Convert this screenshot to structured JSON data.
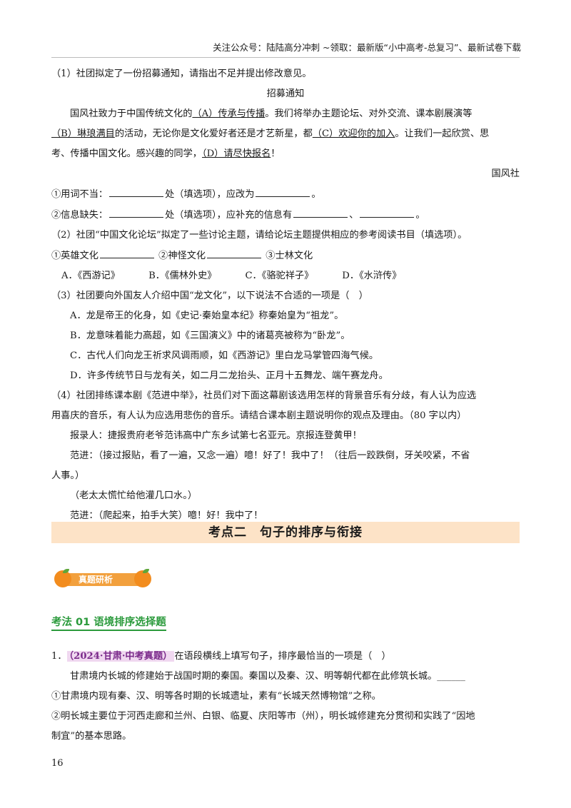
{
  "header": {
    "text": "关注公众号：陆陆高分冲刺 ~领取：最新版“小中高考-总复习”、最新试卷下载"
  },
  "q1_part1": {
    "intro": "（1）社团拟定了一份招募通知，请指出不足并提出修改意见。"
  },
  "notice": {
    "title": "招募通知",
    "p1_a": "国风社致力于中国传统文化的",
    "p1_A": "（A）传承与传播",
    "p1_b": "。我们将举办主题论坛、对外交流、课本剧展演等",
    "p2_B": "（B）琳琅满目",
    "p2_a": "的活动，无论你是文化爱好者还是才艺新星，都",
    "p2_C": "（C）欢迎你的加入",
    "p2_b": "。让我们一起欣赏、思",
    "p3_a": "考、传播中国文化。感兴趣的同学，",
    "p3_D": "（D）请尽快报名",
    "p3_b": "！",
    "sign": "国风社"
  },
  "fill": {
    "row1_a": "①用词不当：",
    "row1_b": "处（填选项），应改为",
    "row1_c": "。",
    "row2_a": "②信息缺失：",
    "row2_b": "处（填选项），应补充的信息有",
    "row2_c": "、",
    "row2_d": "。"
  },
  "q1_part2": {
    "intro": "（2）社团“中国文化论坛”拟定了一些讨论主题，请给论坛主题提供相应的参考阅读书目（填选项）。",
    "t1": "①英雄文化",
    "t2": "②神怪文化",
    "t3": "③士林文化",
    "options": [
      "A．《西游记》",
      "B．《儒林外史》",
      "C．《骆驼祥子》",
      "D．《水浒传》"
    ]
  },
  "q1_part3": {
    "intro": "（3）社团要向外国友人介绍中国“龙文化”，以下说法不合适的一项是（　）",
    "A": "A．龙是帝王的化身，如《史记·秦始皇本纪》称秦始皇为“祖龙”。",
    "B": "B．龙意味着能力高超，如《三国演义》中的诸葛亮被称为“卧龙”。",
    "C": "C．古代人们向龙王祈求风调雨顺，如《西游记》里白龙马掌管四海气候。",
    "D": "D．许多传统节日与龙有关，如二月二龙抬头、正月十五舞龙、端午赛龙舟。"
  },
  "q1_part4": {
    "intro_1": "（4）社团排练课本剧《范进中举》，社员们对下面这幕剧该选用怎样的背景音乐有分歧，有人认为应选",
    "intro_2": "用喜庆的音乐，有人认为应选用悲伤的音乐。请结合课本剧主题说明你的观点及理由。（80 字以内）",
    "l1": "报录人：捷报贵府老爷范讳高中广东乡试第七名亚元。京报连登黄甲！",
    "l2": "范进：（接过报贴，看了一遍，又念一遍）噫！好了！我中了！（往后一跤跌倒，牙关咬紧，不省",
    "l3": "人事。）",
    "l4": "（老太太慌忙给他灌几口水。）",
    "l5": "范进：（爬起来，拍手大笑）噫！好！我中了！"
  },
  "section": {
    "title": "考点二　句子的排序与衔接"
  },
  "badge": {
    "label": "真题研析"
  },
  "method": {
    "title": "考法 01 语境排序选择题"
  },
  "question1": {
    "num": "1．",
    "tag": "（2024·甘肃·中考真题）",
    "stem": "在语段横线上填写句子，排序最恰当的一项是（　）",
    "p1": "甘肃境内长城的修建始于战国时期的秦国。秦国以及秦、汉、明等朝代都在此修筑长城。______",
    "s1": "①甘肃境内现有秦、汉、明等各时期的长城遗址，素有“长城天然博物馆”之称。",
    "s2_1": "②明长城主要位于河西走廊和兰州、白银、临夏、庆阳等市（州），明长城修建充分贯彻和实践了“因地",
    "s2_2": "制宜”的基本思路。"
  },
  "page": {
    "number": "16"
  },
  "colors": {
    "banner": "#fde3c7",
    "badge": "#f2a03d",
    "method": "#2a9a3b",
    "tag_bg": "#f0d8f0"
  }
}
